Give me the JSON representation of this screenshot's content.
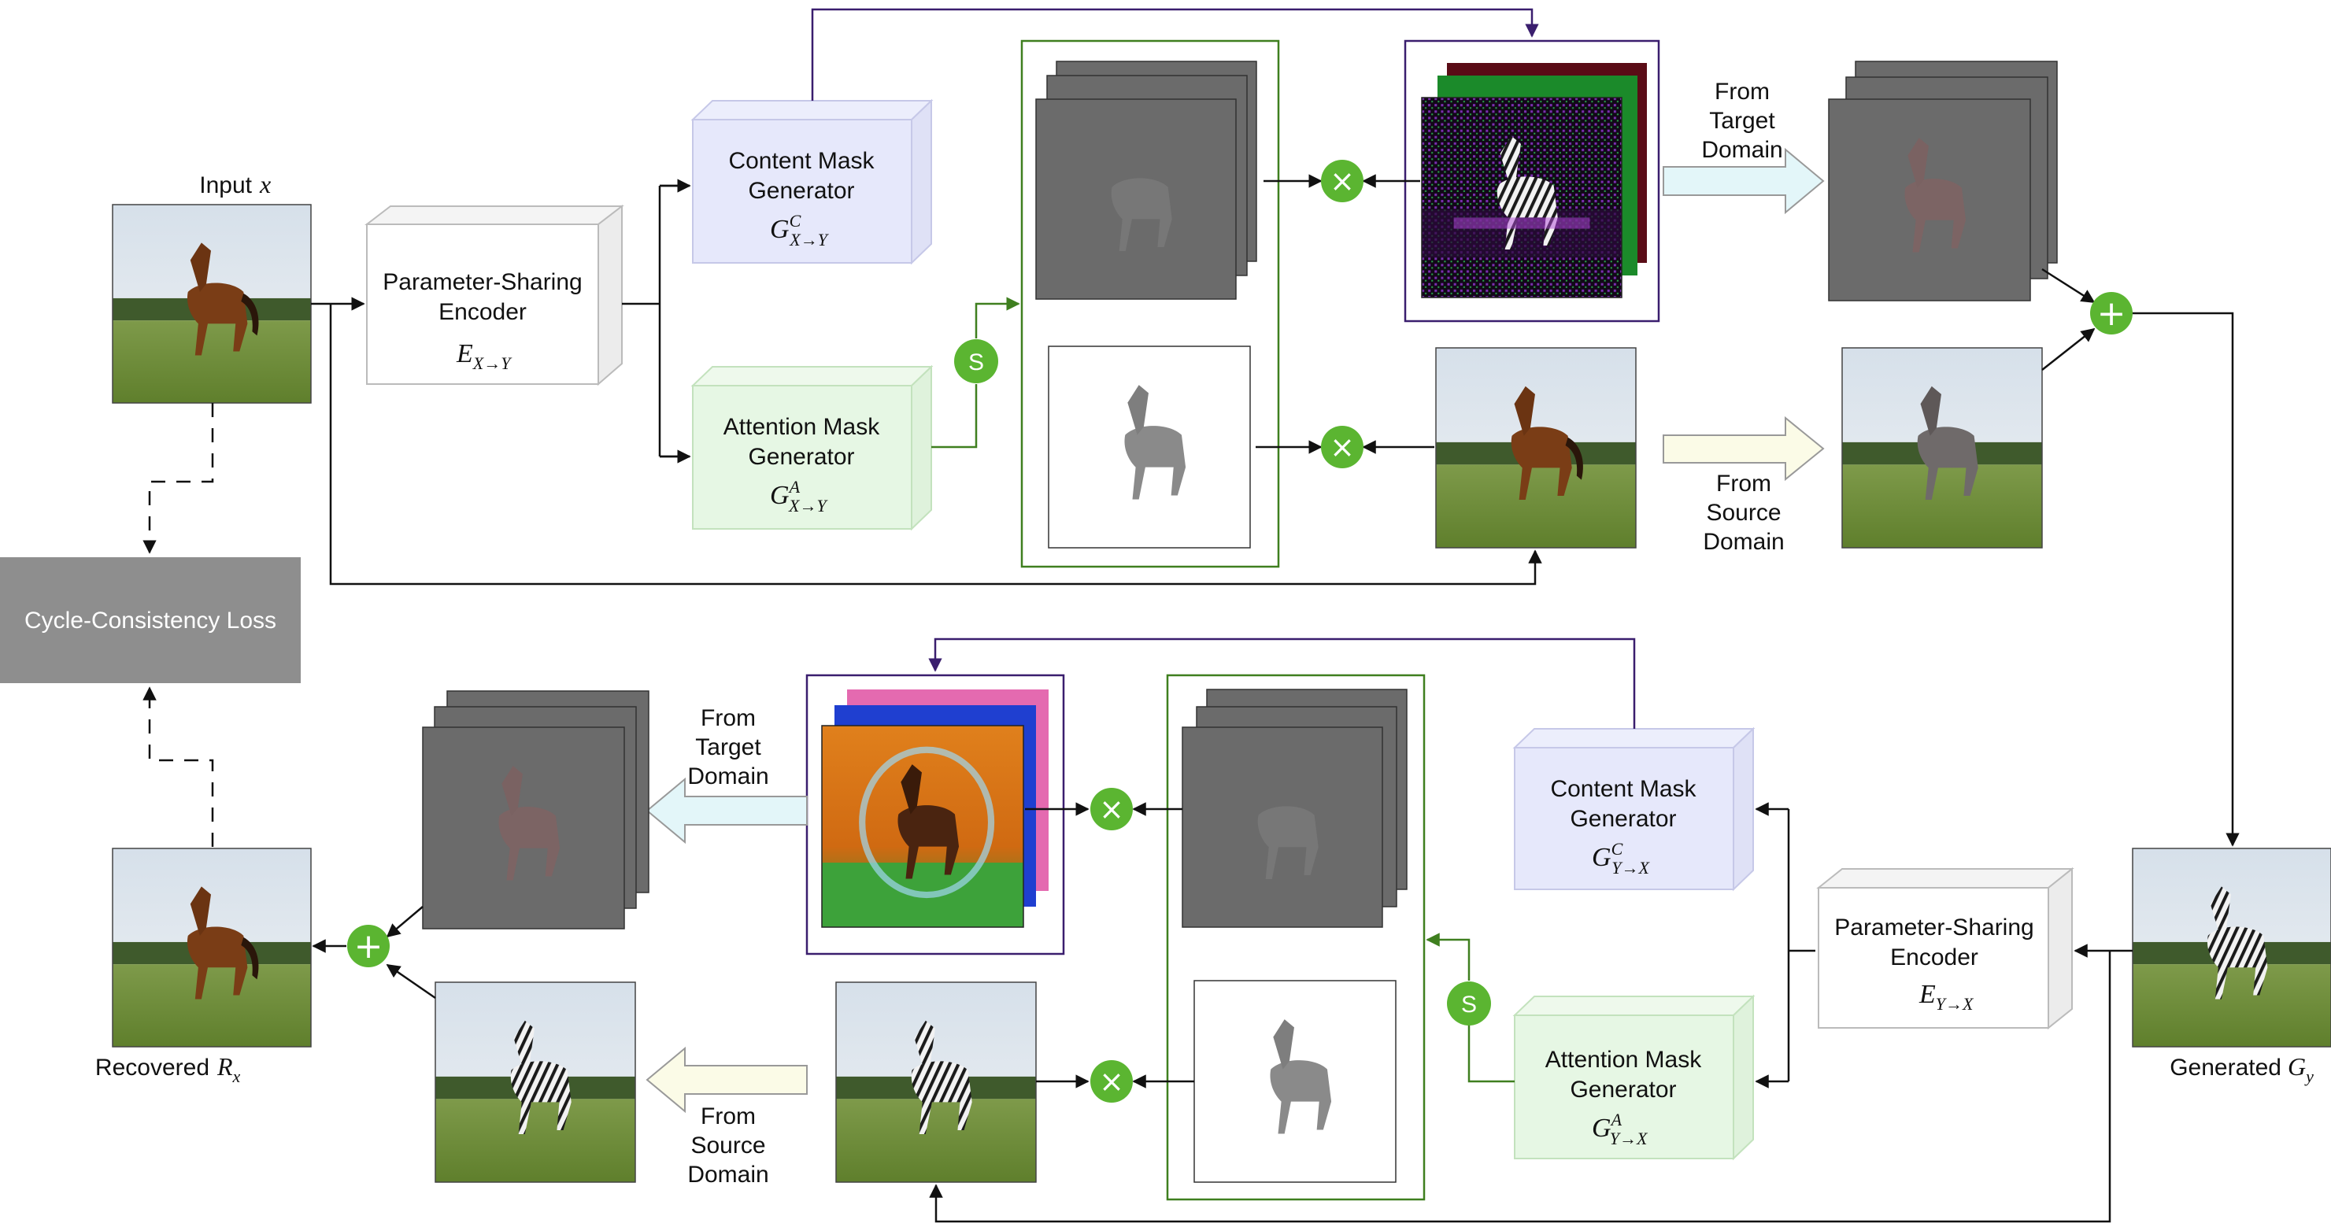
{
  "colors": {
    "arrow": "#111111",
    "purple": "#3a1e6e",
    "green": "#3f7f1f",
    "op_green": "#5bb531",
    "content_box": "#e6e8fb",
    "attention_box": "#e6f7e4",
    "loss_box": "#8e8e8e",
    "dark_map": "#6b6b6b",
    "from_target_arrow": "#e3f6f9",
    "from_source_arrow": "#fbfbe7"
  },
  "icons": {
    "multiply": "multiply-icon",
    "add": "plus-icon",
    "sigmoid": "sigmoid-icon"
  },
  "ops": {
    "multiply": "×",
    "add": "+",
    "sigmoid": "S"
  },
  "top": {
    "input_label": "Input",
    "input_var": "x",
    "encoder": {
      "line1": "Parameter-Sharing",
      "line2": "Encoder",
      "symbol_main": "E",
      "symbol_sub": "X→Y"
    },
    "content_gen": {
      "line1": "Content Mask",
      "line2": "Generator",
      "symbol_main": "G",
      "symbol_sub": "X→Y",
      "symbol_sup": "C"
    },
    "attention_gen": {
      "line1": "Attention Mask",
      "line2": "Generator",
      "symbol_main": "G",
      "symbol_sub": "X→Y",
      "symbol_sup": "A"
    },
    "from_target": [
      "From",
      "Target",
      "Domain"
    ],
    "from_source": [
      "From",
      "Source",
      "Domain"
    ],
    "output_label": "Generated",
    "output_main": "G",
    "output_sub": "y"
  },
  "bottom": {
    "encoder": {
      "line1": "Parameter-Sharing",
      "line2": "Encoder",
      "symbol_main": "E",
      "symbol_sub": "Y→X"
    },
    "content_gen": {
      "line1": "Content Mask",
      "line2": "Generator",
      "symbol_main": "G",
      "symbol_sub": "Y→X",
      "symbol_sup": "C"
    },
    "attention_gen": {
      "line1": "Attention Mask",
      "line2": "Generator",
      "symbol_main": "G",
      "symbol_sub": "Y→X",
      "symbol_sup": "A"
    },
    "from_target": [
      "From",
      "Target",
      "Domain"
    ],
    "from_source": [
      "From",
      "Source",
      "Domain"
    ],
    "recovered_label": "Recovered",
    "recovered_main": "R",
    "recovered_sub": "x"
  },
  "loss": {
    "label": "Cycle-Consistency Loss"
  }
}
